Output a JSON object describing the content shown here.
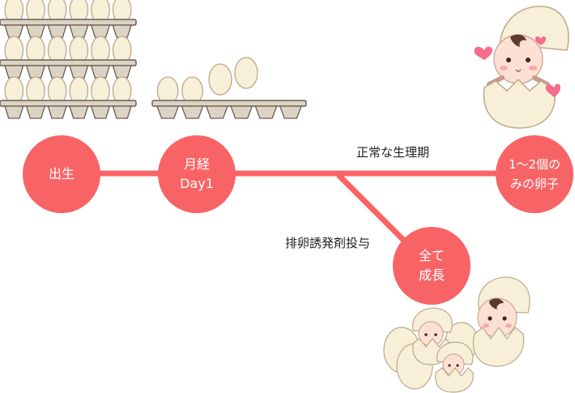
{
  "colors": {
    "accent": "#f86466",
    "egg_fill": "#f7efd8",
    "egg_stroke": "#bba98a",
    "tray_fill": "#ddd3c4",
    "tray_stroke": "#6b5e52",
    "heart": "#f76c8b"
  },
  "nodes": {
    "birth": "出生",
    "menarche_line1": "月経",
    "menarche_line2": "Day1",
    "ovulation_line1": "1～2個の",
    "ovulation_line2": "みの卵子",
    "all_grow_line1": "全て",
    "all_grow_line2": "成長"
  },
  "labels": {
    "normal_cycle": "正常な生理期",
    "ovulation_induction": "排卵誘発剤投与"
  },
  "illustrations": {
    "many_trays": "egg-trays-full-icon",
    "partial_tray": "egg-tray-partial-icon",
    "single_baby": "baby-in-eggshell-icon",
    "multiple_babies": "babies-in-eggshells-icon"
  }
}
